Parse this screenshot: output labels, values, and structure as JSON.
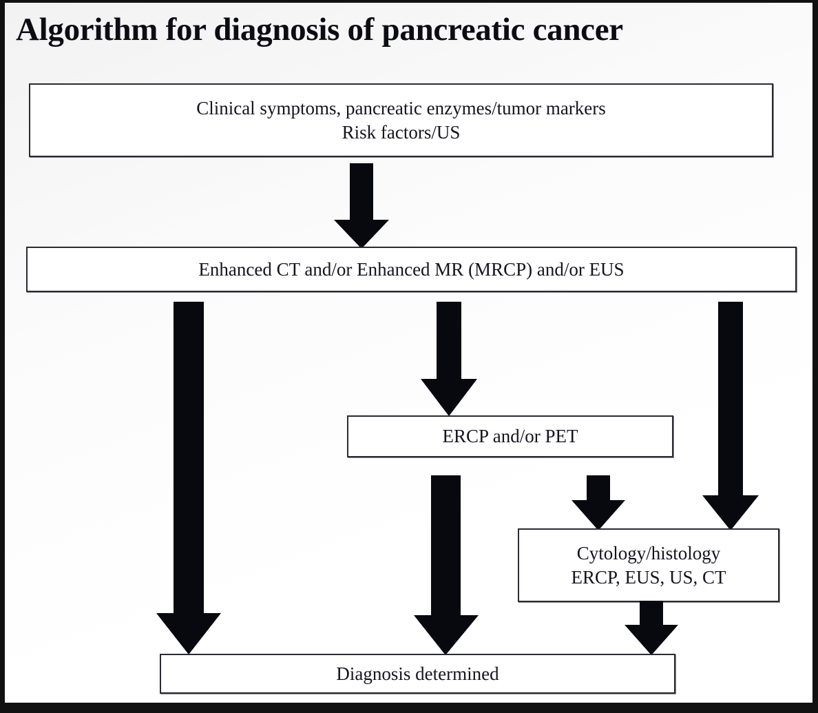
{
  "title": "Algorithm for diagnosis of pancreatic cancer",
  "diagram": {
    "type": "flowchart",
    "orientation": "top-to-bottom",
    "frame_color": "#111111",
    "canvas_color": "#fdfdfd",
    "box_border_color": "#2a2a33",
    "arrow_color": "#08080f",
    "text_color": "#14141f",
    "nodes": [
      {
        "id": "symptoms",
        "lines": [
          "Clinical symptoms, pancreatic enzymes/tumor markers",
          "Risk factors/US"
        ]
      },
      {
        "id": "imaging",
        "lines": [
          "Enhanced CT and/or Enhanced MR (MRCP) and/or EUS"
        ]
      },
      {
        "id": "ercp-pet",
        "lines": [
          "ERCP and/or PET"
        ]
      },
      {
        "id": "cytology",
        "lines": [
          "Cytology/histology",
          "ERCP, EUS, US, CT"
        ]
      },
      {
        "id": "diagnosis",
        "lines": [
          "Diagnosis determined"
        ]
      }
    ],
    "edges": [
      {
        "id": "symptoms-to-imaging",
        "from": "symptoms",
        "to": "imaging"
      },
      {
        "id": "imaging-to-diagnosis-left",
        "from": "imaging",
        "to": "diagnosis"
      },
      {
        "id": "imaging-to-ercp-pet",
        "from": "imaging",
        "to": "ercp-pet"
      },
      {
        "id": "imaging-to-cytology-right",
        "from": "imaging",
        "to": "cytology"
      },
      {
        "id": "ercp-pet-to-diagnosis",
        "from": "ercp-pet",
        "to": "diagnosis"
      },
      {
        "id": "ercp-pet-to-cytology",
        "from": "ercp-pet",
        "to": "cytology"
      },
      {
        "id": "cytology-to-diagnosis",
        "from": "cytology",
        "to": "diagnosis"
      }
    ]
  }
}
